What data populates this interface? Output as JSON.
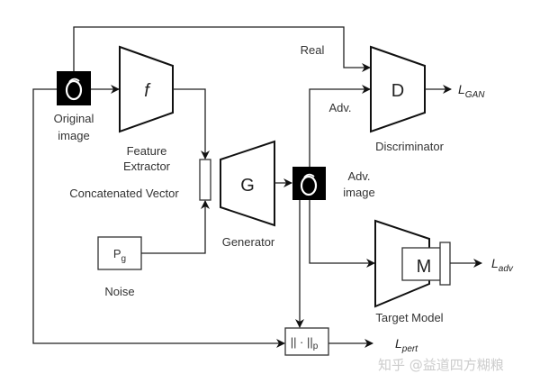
{
  "diagram": {
    "nodes": {
      "original_image": {
        "label_line1": "Original",
        "label_line2": "image"
      },
      "feature_extractor": {
        "symbol": "f",
        "label_line1": "Feature",
        "label_line2": "Extractor"
      },
      "concatenated_vector": {
        "label": "Concatenated Vector"
      },
      "noise": {
        "symbol_main": "P",
        "symbol_sub": "g",
        "label": "Noise"
      },
      "generator": {
        "symbol": "G",
        "label": "Generator"
      },
      "adv_image": {
        "label_line1": "Adv.",
        "label_line2": "image"
      },
      "discriminator": {
        "symbol": "D",
        "label": "Discriminator"
      },
      "target_model": {
        "symbol": "M",
        "label": "Target Model"
      },
      "norm": {
        "symbol_main": "|| · ||",
        "symbol_sub": "p"
      }
    },
    "edge_labels": {
      "real": "Real",
      "adv": "Adv."
    },
    "losses": {
      "gan": {
        "main": "L",
        "sub": "GAN"
      },
      "adv": {
        "main": "L",
        "sub": "adv"
      },
      "pert": {
        "main": "L",
        "sub": "pert"
      }
    },
    "watermark": "知乎 @益道四方糊粮"
  }
}
